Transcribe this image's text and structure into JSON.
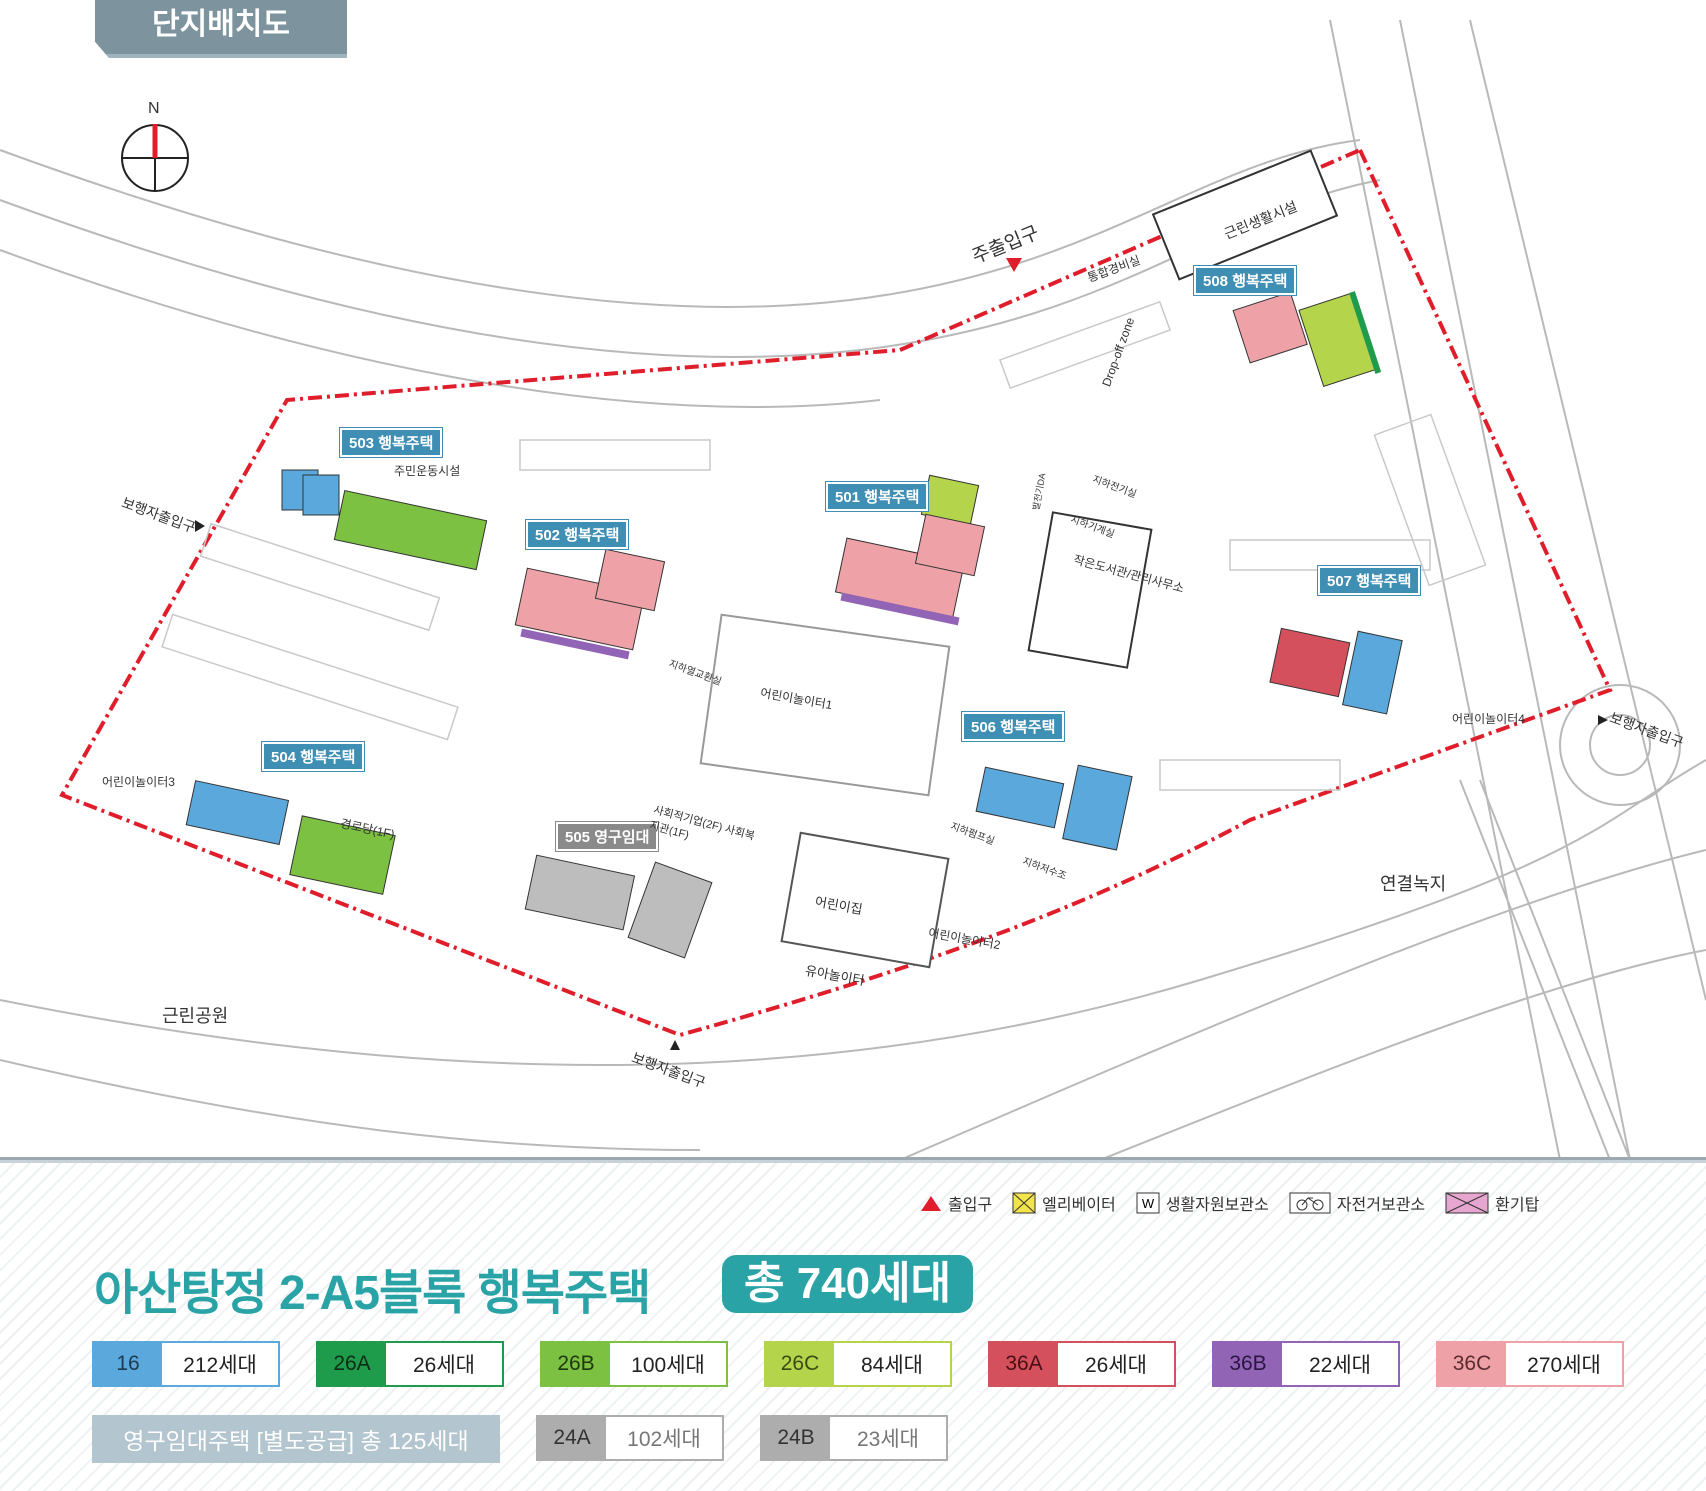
{
  "header": {
    "tab_label": "단지배치도"
  },
  "compass": {
    "north_label": "N"
  },
  "buildings": [
    {
      "label": "503 행복주택",
      "type": "blue"
    },
    {
      "label": "502 행복주택",
      "type": "blue"
    },
    {
      "label": "501 행복주택",
      "type": "blue"
    },
    {
      "label": "504 행복주택",
      "type": "blue"
    },
    {
      "label": "505 영구임대",
      "type": "gray"
    },
    {
      "label": "506 행복주택",
      "type": "blue"
    },
    {
      "label": "507 행복주택",
      "type": "blue"
    },
    {
      "label": "508 행복주택",
      "type": "blue"
    }
  ],
  "places": {
    "main_entrance": "주출입구",
    "ped_entrance_w": "보행자출입구",
    "ped_entrance_e": "보행자출입구",
    "ped_entrance_s": "보행자출입구",
    "neighborhood_park": "근린공원",
    "green_link": "연결녹지",
    "commercial": "근린생활시설",
    "guard_room": "통합경비실",
    "drop_off": "Drop-off zone",
    "community": "주민운동시설",
    "playground1": "어린이놀이터1",
    "playground2": "어린이놀이터2",
    "playground3": "어린이놀이터3",
    "playground4": "어린이놀이터4",
    "daycare": "어린이집",
    "infant_play": "유아놀이터",
    "library": "작은도서관/관리사무소",
    "senior": "경로당(1F)",
    "social": "사회적기업(2F) 사회복지관(1F)",
    "underground_exchange": "지하열교환실",
    "elec": "지하전기실",
    "machine": "지하기계실",
    "pump": "지하펌프실",
    "water_tank": "지하저수조",
    "bike_rack": "발전기DA"
  },
  "legend": [
    {
      "icon": "entrance-triangle-icon",
      "label": "출입구"
    },
    {
      "icon": "elevator-icon",
      "label": "엘리베이터"
    },
    {
      "icon": "waste-storage-icon",
      "label": "생활자원보관소"
    },
    {
      "icon": "bicycle-icon",
      "label": "자전거보관소"
    },
    {
      "icon": "ventilation-tower-icon",
      "label": "환기탑"
    }
  ],
  "title": {
    "main": "아산탕정 2-A5블록 행복주택",
    "total": "총 740세대"
  },
  "unit_types": [
    {
      "code": "16",
      "count": "212세대",
      "color": "#5ba8dc"
    },
    {
      "code": "26A",
      "count": "26세대",
      "color": "#1e9b4b"
    },
    {
      "code": "26B",
      "count": "100세대",
      "color": "#7cc142"
    },
    {
      "code": "26C",
      "count": "84세대",
      "color": "#b3d44b"
    },
    {
      "code": "36A",
      "count": "26세대",
      "color": "#d4505d"
    },
    {
      "code": "36B",
      "count": "22세대",
      "color": "#9164b5"
    },
    {
      "code": "36C",
      "count": "270세대",
      "color": "#eea2a7"
    }
  ],
  "permanent": {
    "label": "영구임대주택 [별도공급] 총 125세대",
    "types": [
      {
        "code": "24A",
        "count": "102세대",
        "color": "#adadad"
      },
      {
        "code": "24B",
        "count": "23세대",
        "color": "#adadad"
      }
    ]
  },
  "colors": {
    "teal": "#2aa3a6",
    "boundary": "#e01e2b",
    "label_blue": "#3f8fb5"
  }
}
